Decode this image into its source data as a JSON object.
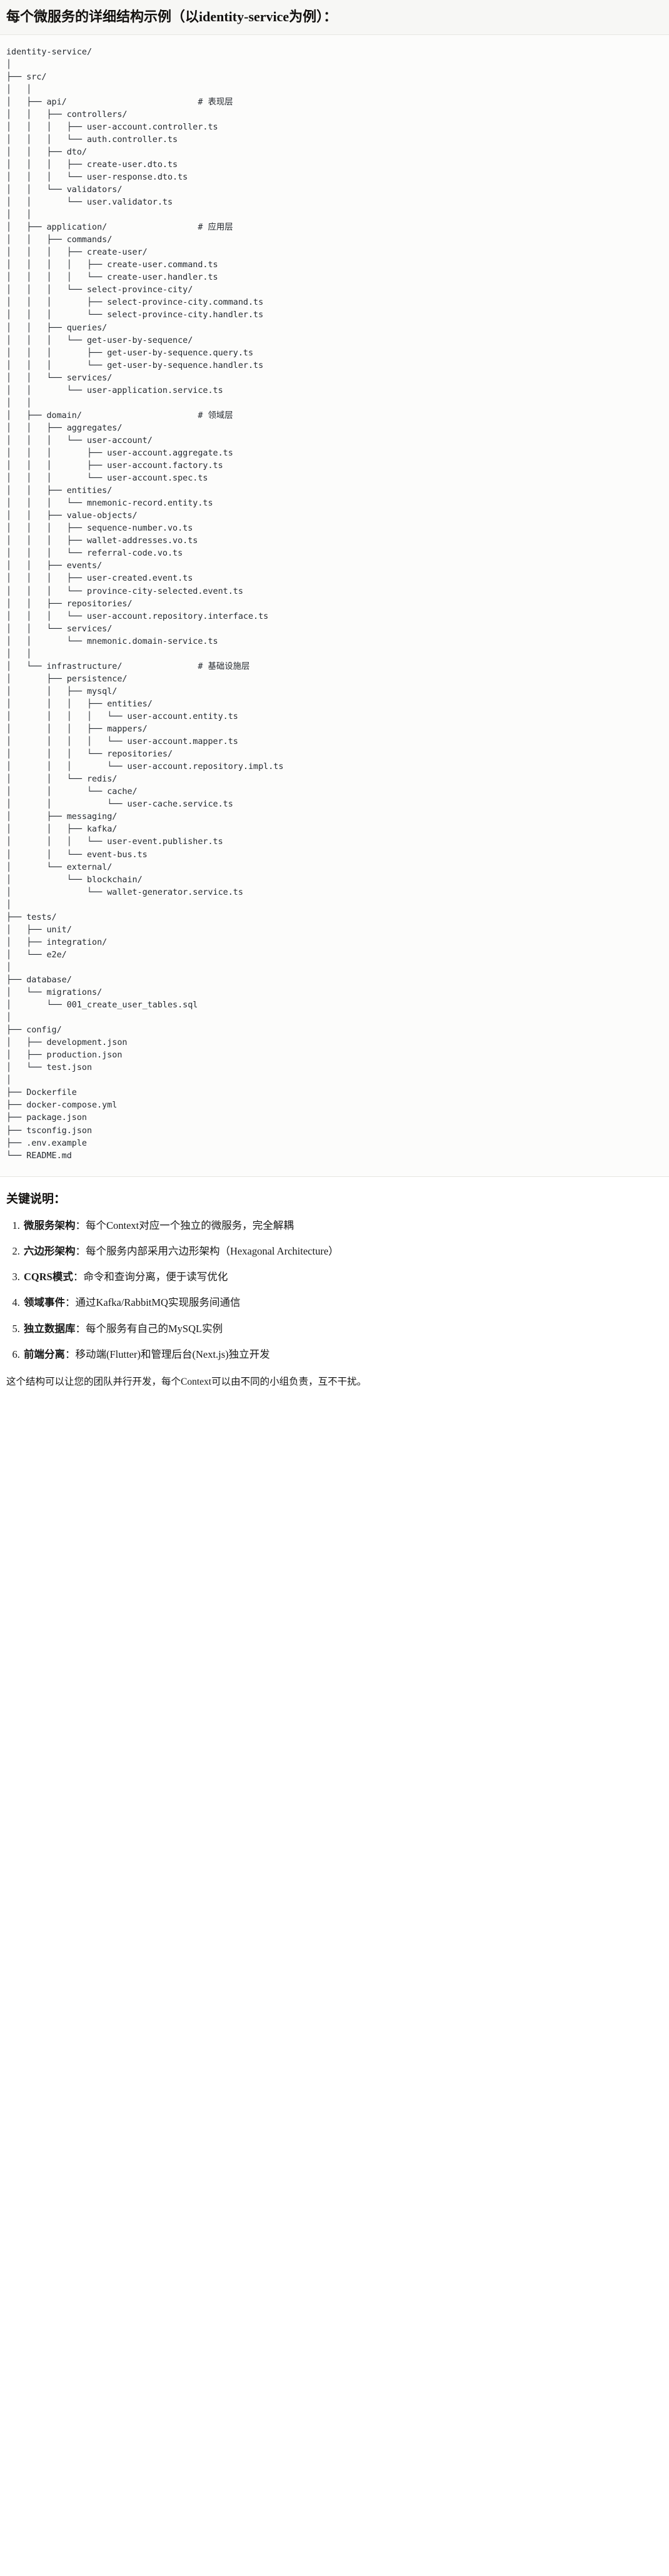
{
  "header": {
    "title": "每个微服务的详细结构示例（以identity-service为例）："
  },
  "tree": {
    "root_label": "identity-service/",
    "comments": {
      "api": "# 表现层",
      "application": "# 应用层",
      "domain": "# 领域层",
      "infrastructure": "# 基础设施层"
    },
    "text": "identity-service/\n│\n├── src/\n│   │\n│   ├── api/                          # 表现层\n│   │   ├── controllers/\n│   │   │   ├── user-account.controller.ts\n│   │   │   └── auth.controller.ts\n│   │   ├── dto/\n│   │   │   ├── create-user.dto.ts\n│   │   │   └── user-response.dto.ts\n│   │   └── validators/\n│   │       └── user.validator.ts\n│   │\n│   ├── application/                  # 应用层\n│   │   ├── commands/\n│   │   │   ├── create-user/\n│   │   │   │   ├── create-user.command.ts\n│   │   │   │   └── create-user.handler.ts\n│   │   │   └── select-province-city/\n│   │   │       ├── select-province-city.command.ts\n│   │   │       └── select-province-city.handler.ts\n│   │   ├── queries/\n│   │   │   └── get-user-by-sequence/\n│   │   │       ├── get-user-by-sequence.query.ts\n│   │   │       └── get-user-by-sequence.handler.ts\n│   │   └── services/\n│   │       └── user-application.service.ts\n│   │\n│   ├── domain/                       # 领域层\n│   │   ├── aggregates/\n│   │   │   └── user-account/\n│   │   │       ├── user-account.aggregate.ts\n│   │   │       ├── user-account.factory.ts\n│   │   │       └── user-account.spec.ts\n│   │   ├── entities/\n│   │   │   └── mnemonic-record.entity.ts\n│   │   ├── value-objects/\n│   │   │   ├── sequence-number.vo.ts\n│   │   │   ├── wallet-addresses.vo.ts\n│   │   │   └── referral-code.vo.ts\n│   │   ├── events/\n│   │   │   ├── user-created.event.ts\n│   │   │   └── province-city-selected.event.ts\n│   │   ├── repositories/\n│   │   │   └── user-account.repository.interface.ts\n│   │   └── services/\n│   │       └── mnemonic.domain-service.ts\n│   │\n│   └── infrastructure/               # 基础设施层\n│       ├── persistence/\n│       │   ├── mysql/\n│       │   │   ├── entities/\n│       │   │   │   └── user-account.entity.ts\n│       │   │   ├── mappers/\n│       │   │   │   └── user-account.mapper.ts\n│       │   │   └── repositories/\n│       │   │       └── user-account.repository.impl.ts\n│       │   └── redis/\n│       │       └── cache/\n│       │           └── user-cache.service.ts\n│       ├── messaging/\n│       │   ├── kafka/\n│       │   │   └── user-event.publisher.ts\n│       │   └── event-bus.ts\n│       └── external/\n│           └── blockchain/\n│               └── wallet-generator.service.ts\n│\n├── tests/\n│   ├── unit/\n│   ├── integration/\n│   └── e2e/\n│\n├── database/\n│   └── migrations/\n│       └── 001_create_user_tables.sql\n│\n├── config/\n│   ├── development.json\n│   ├── production.json\n│   └── test.json\n│\n├── Dockerfile\n├── docker-compose.yml\n├── package.json\n├── tsconfig.json\n├── .env.example\n└── README.md"
  },
  "notes": {
    "heading": "关键说明：",
    "items": [
      {
        "term": "微服务架构",
        "sep": "：",
        "body": "每个Context对应一个独立的微服务，完全解耦"
      },
      {
        "term": "六边形架构",
        "sep": "：",
        "body": "每个服务内部采用六边形架构（Hexagonal Architecture）"
      },
      {
        "term": "CQRS模式",
        "sep": "：",
        "body": "命令和查询分离，便于读写优化"
      },
      {
        "term": "领域事件",
        "sep": "：",
        "body": "通过Kafka/RabbitMQ实现服务间通信"
      },
      {
        "term": "独立数据库",
        "sep": "：",
        "body": "每个服务有自己的MySQL实例"
      },
      {
        "term": "前端分离",
        "sep": "：",
        "body": "移动端(Flutter)和管理后台(Next.js)独立开发"
      }
    ],
    "closing": "这个结构可以让您的团队并行开发，每个Context可以由不同的小组负责，互不干扰。"
  }
}
